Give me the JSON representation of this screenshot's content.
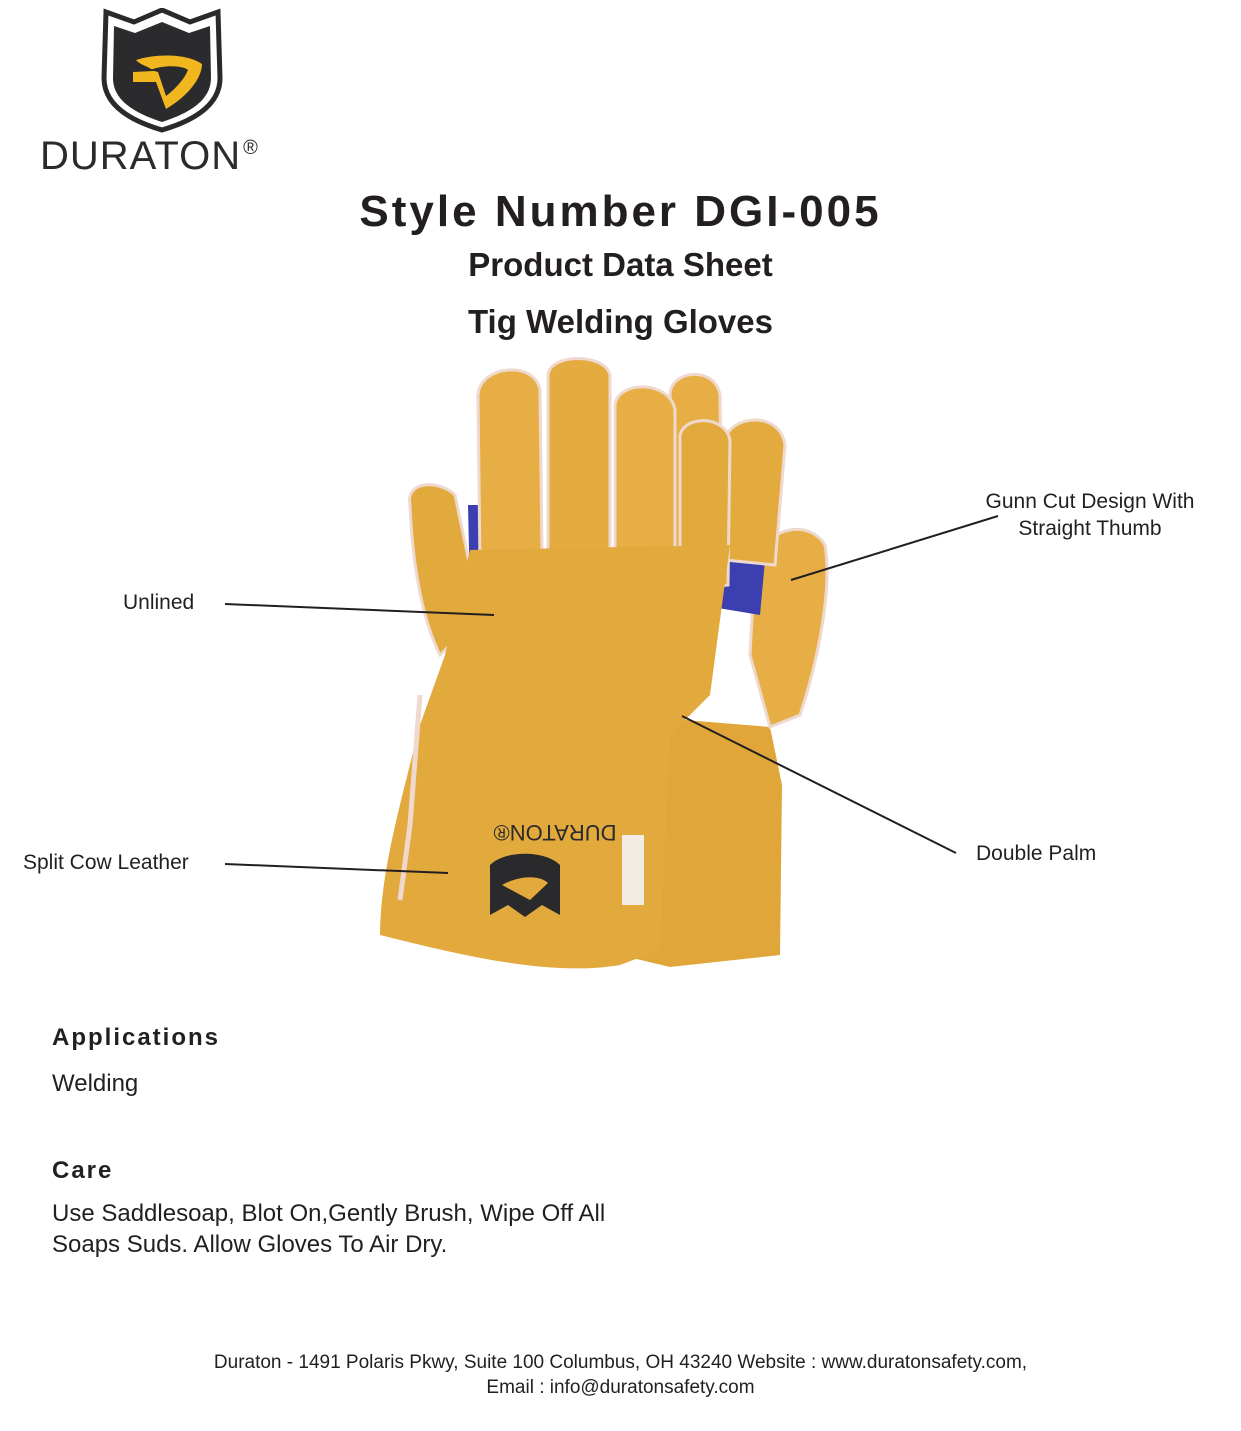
{
  "brand": {
    "name": "DURATON",
    "registered_mark": "®",
    "logo_icon": "shield-logo-icon",
    "colors": {
      "shield_dark": "#2a2a2c",
      "accent_yellow": "#f2b71f",
      "text": "#231f20"
    }
  },
  "header": {
    "style_number": "Style Number DGI-005",
    "doc_type": "Product Data Sheet",
    "product_name": "Tig Welding Gloves"
  },
  "product_image": {
    "description": "tig-welding-glove-photo",
    "colors": {
      "leather": "#e2a93c",
      "palm_patch": "#3b3fb0",
      "lining": "#efd9cf"
    },
    "glove_print": "DURATON®"
  },
  "callouts": [
    {
      "label": "Unlined"
    },
    {
      "label": "Split Cow Leather"
    },
    {
      "label": "Gunn Cut Design With",
      "label_line2": "Straight Thumb"
    },
    {
      "label": "Double Palm"
    }
  ],
  "sections": {
    "applications": {
      "heading": "Applications",
      "body": "Welding"
    },
    "care": {
      "heading": "Care",
      "body_line1": "Use Saddlesoap, Blot On,Gently Brush, Wipe Off All",
      "body_line2": "Soaps Suds. Allow Gloves To Air Dry."
    }
  },
  "footer": {
    "line1": "Duraton - 1491 Polaris Pkwy, Suite 100 Columbus, OH 43240 Website : www.duratonsafety.com,",
    "line2": "Email : info@duratonsafety.com"
  }
}
